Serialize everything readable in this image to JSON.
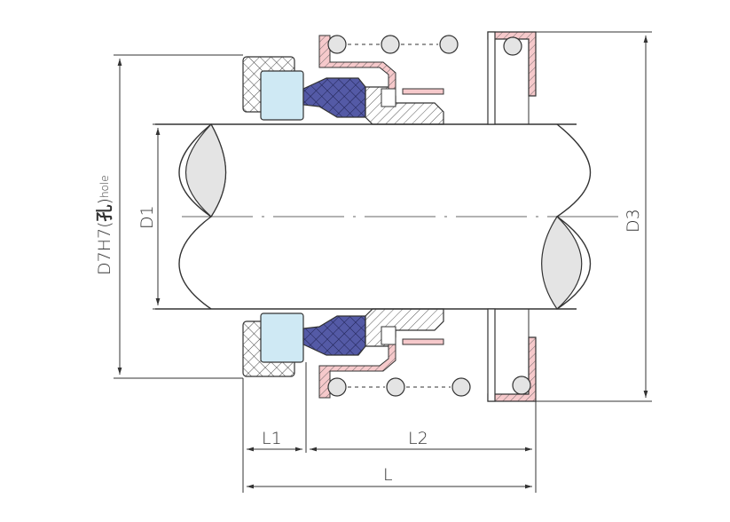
{
  "labels": {
    "d7": "D7H7(",
    "d7_hanzi": "孔",
    "d7_close": ")",
    "d7_sub": "hole",
    "d1": "D1",
    "d3": "D3",
    "l1": "L1",
    "l2": "L2",
    "l": "L"
  },
  "colors": {
    "line": "#333333",
    "spring_fill": "#f6c9cb",
    "face_fill": "#cfe9f4",
    "bellows_fill": "#545aa6",
    "graphite_fill": "#ffffff",
    "shaft_lens_fill": "#e4e4e4"
  }
}
